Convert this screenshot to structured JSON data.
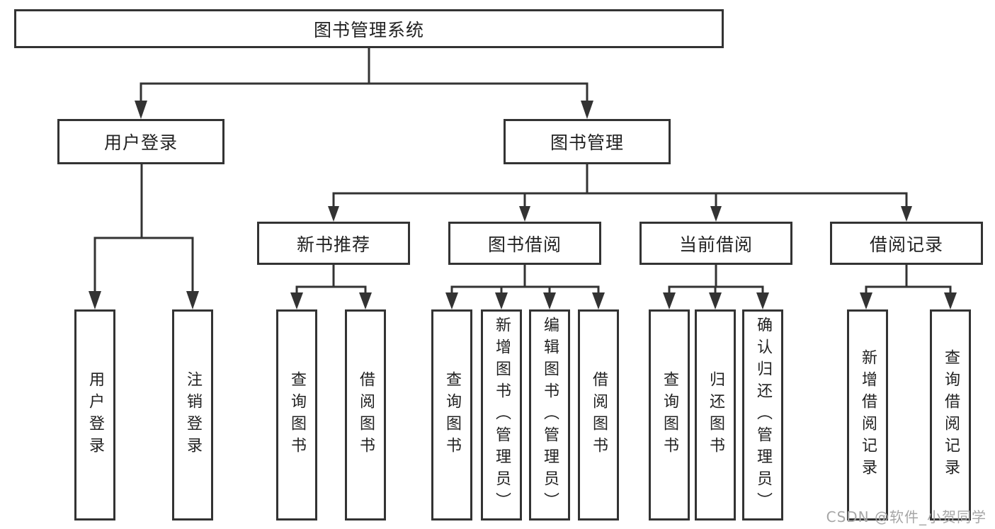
{
  "diagram": {
    "title": "图书管理系统",
    "watermark": "CSDN @软件_小贺同学",
    "colors": {
      "line": "#333333",
      "box_border": "#333333",
      "box_background": "#ffffff",
      "text": "#222222",
      "watermark": "#a6a6a6"
    },
    "nodes": {
      "root": {
        "label": "图书管理系统"
      },
      "login": {
        "label": "用户登录"
      },
      "mgmt": {
        "label": "图书管理"
      },
      "newbook": {
        "label": "新书推荐"
      },
      "borrow": {
        "label": "图书借阅"
      },
      "current": {
        "label": "当前借阅"
      },
      "record": {
        "label": "借阅记录"
      },
      "leaf_user_login": {
        "label": "用户登录"
      },
      "leaf_logout": {
        "label": "注销登录"
      },
      "leaf_nb_query": {
        "label": "查询图书"
      },
      "leaf_nb_borrow": {
        "label": "借阅图书"
      },
      "leaf_bw_query": {
        "label": "查询图书"
      },
      "leaf_bw_add": {
        "label": "新增图书（管理员）"
      },
      "leaf_bw_edit": {
        "label": "编辑图书（管理员）"
      },
      "leaf_bw_borrow": {
        "label": "借阅图书"
      },
      "leaf_cur_query": {
        "label": "查询图书"
      },
      "leaf_cur_return": {
        "label": "归还图书"
      },
      "leaf_cur_confirm": {
        "label": "确认归还（管理员）"
      },
      "leaf_rec_add": {
        "label": "新增借阅记录"
      },
      "leaf_rec_query": {
        "label": "查询借阅记录"
      }
    },
    "hierarchy": {
      "图书管理系统": {
        "用户登录": [
          "用户登录",
          "注销登录"
        ],
        "图书管理": {
          "新书推荐": [
            "查询图书",
            "借阅图书"
          ],
          "图书借阅": [
            "查询图书",
            "新增图书（管理员）",
            "编辑图书（管理员）",
            "借阅图书"
          ],
          "当前借阅": [
            "查询图书",
            "归还图书",
            "确认归还（管理员）"
          ],
          "借阅记录": [
            "新增借阅记录",
            "查询借阅记录"
          ]
        }
      }
    }
  }
}
